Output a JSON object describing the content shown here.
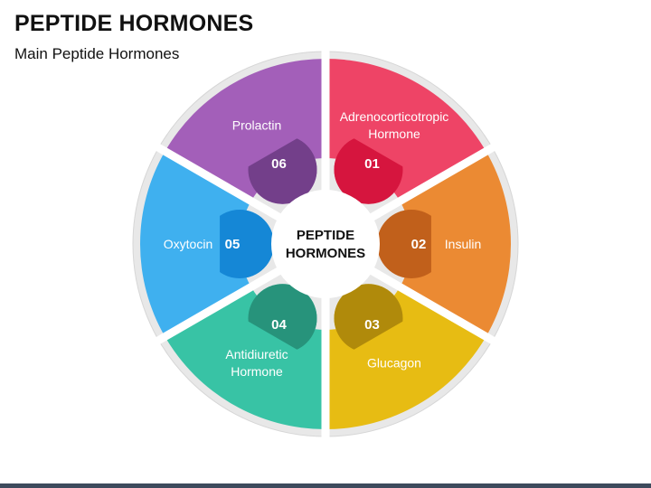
{
  "title": "PEPTIDE HORMONES",
  "subtitle": "Main Peptide Hormones",
  "center": {
    "line1": "PEPTIDE",
    "line2": "HORMONES"
  },
  "segments": [
    {
      "num": "01",
      "label": [
        "Adrenocorticotropic",
        "Hormone"
      ],
      "color": "#ee4466",
      "dark": "#d6153e"
    },
    {
      "num": "02",
      "label": [
        "Insulin"
      ],
      "color": "#eb8a33",
      "dark": "#c1601b"
    },
    {
      "num": "03",
      "label": [
        "Glucagon"
      ],
      "color": "#e7bc13",
      "dark": "#b08a0b"
    },
    {
      "num": "04",
      "label": [
        "Antidiuretic",
        "Hormone"
      ],
      "color": "#38c3a5",
      "dark": "#27937b"
    },
    {
      "num": "05",
      "label": [
        "Oxytocin"
      ],
      "color": "#3fb0ef",
      "dark": "#1587d6"
    },
    {
      "num": "06",
      "label": [
        "Prolactin"
      ],
      "color": "#a35fb9",
      "dark": "#733f8a"
    }
  ],
  "ring_color": "#e8e8e8",
  "ring_stroke": "#d6d6d6"
}
